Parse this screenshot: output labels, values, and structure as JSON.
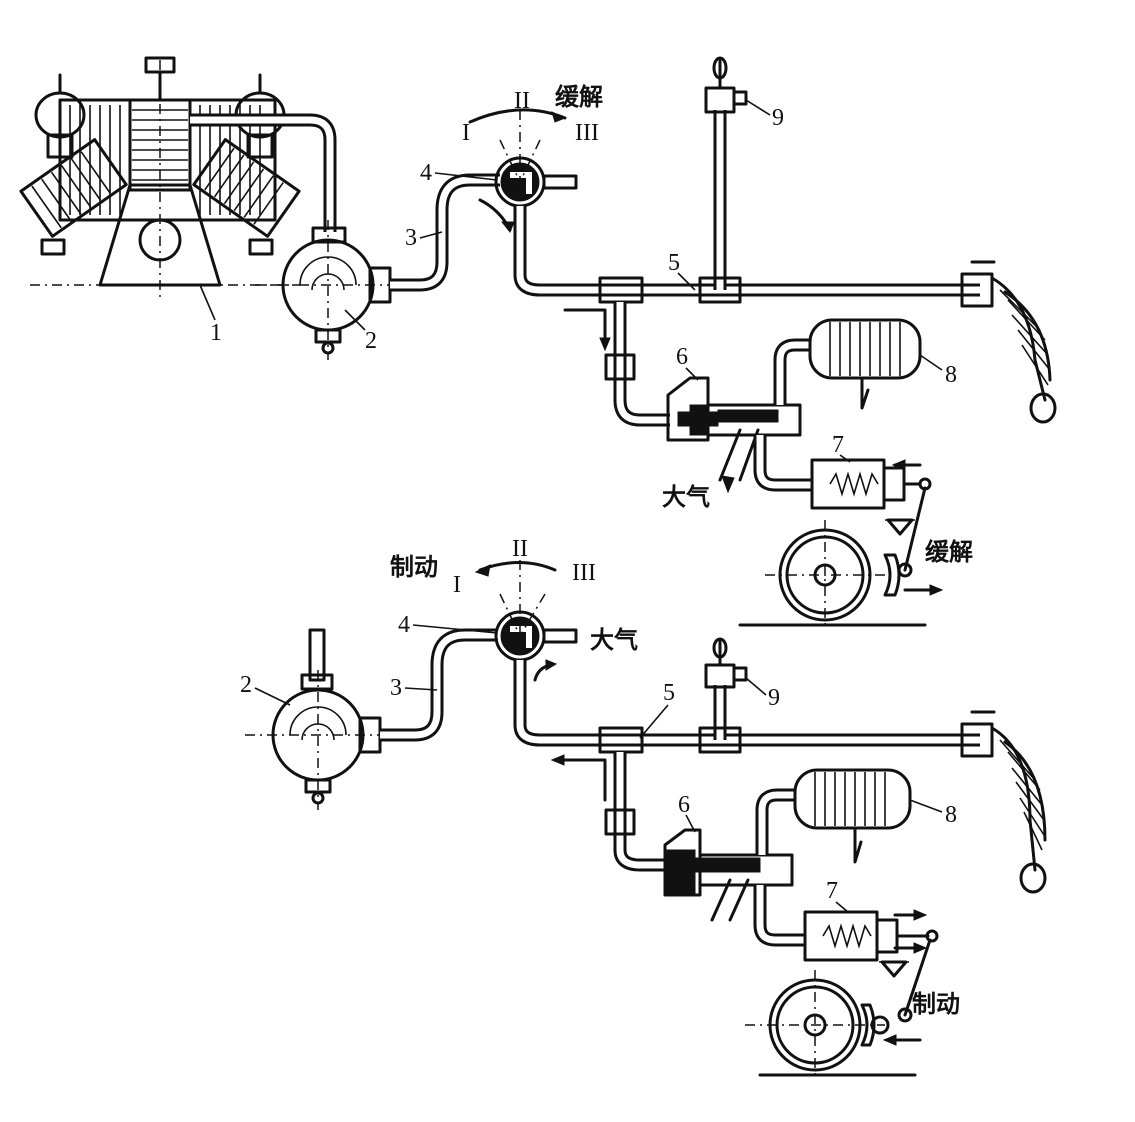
{
  "labels": {
    "n1": "1",
    "n2": "2",
    "n3": "3",
    "n4": "4",
    "n5": "5",
    "n6": "6",
    "n7": "7",
    "n8": "8",
    "n9": "9",
    "pos1": "I",
    "pos2": "II",
    "pos3": "III"
  },
  "text": {
    "release": "缓解",
    "brake": "制动",
    "atmosphere": "大气"
  }
}
